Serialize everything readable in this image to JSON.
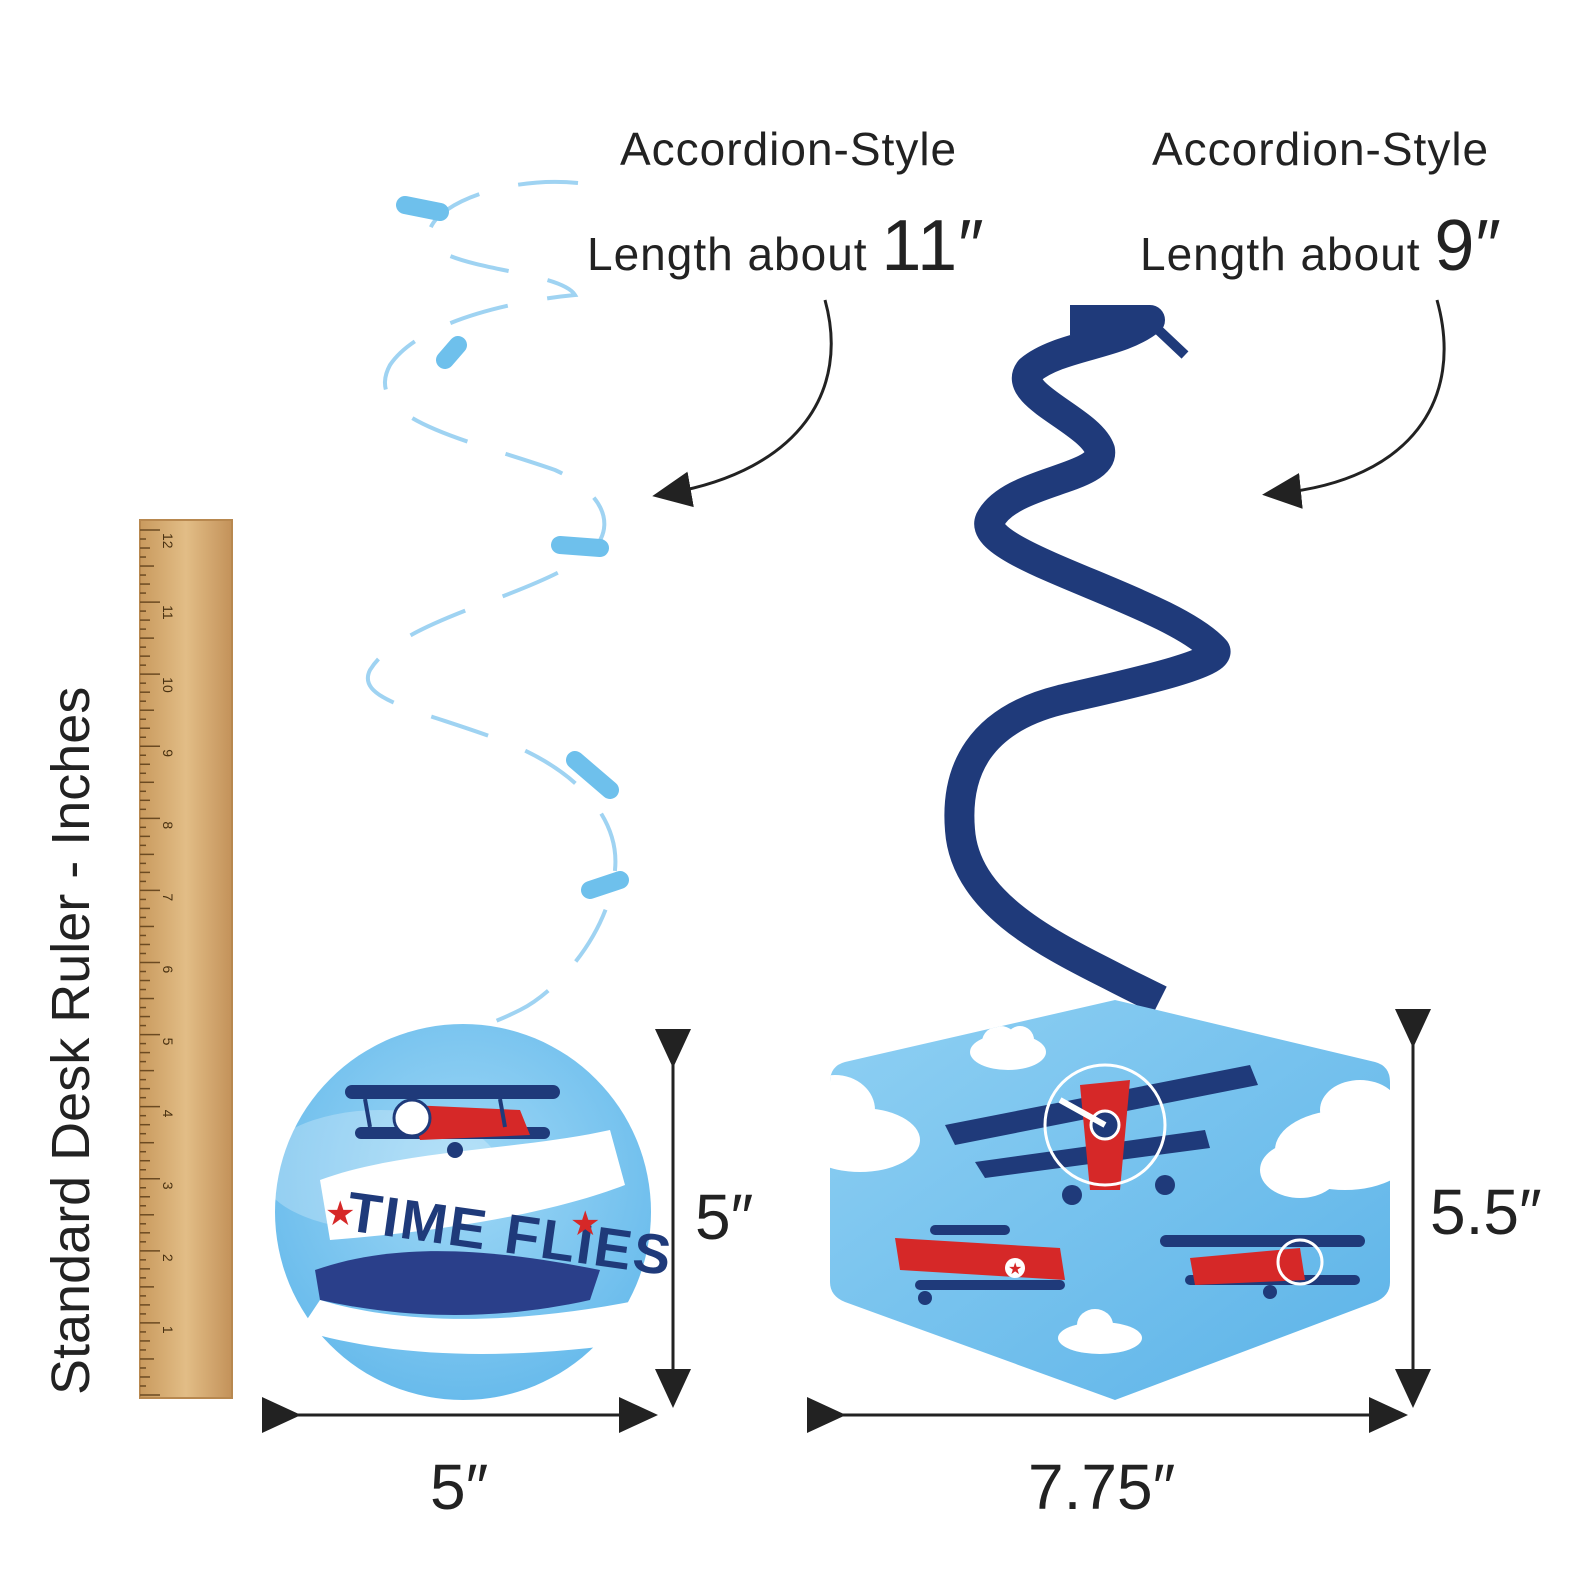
{
  "left_spiral": {
    "style_label": "Accordion-Style",
    "length_prefix": "Length about",
    "length_value": "11″"
  },
  "right_spiral": {
    "style_label": "Accordion-Style",
    "length_prefix": "Length about",
    "length_value": "9″"
  },
  "ruler": {
    "caption": "Standard Desk Ruler - Inches",
    "marks": [
      "1",
      "2",
      "3",
      "4",
      "5",
      "6",
      "7",
      "8",
      "9",
      "10",
      "11",
      "12"
    ]
  },
  "round_cutout": {
    "banner_text": "TIME FLIES",
    "height_label": "5″",
    "width_label": "5″"
  },
  "hex_cutout": {
    "height_label": "5.5″",
    "width_label": "7.75″"
  },
  "colors": {
    "navy": "#1f3a7a",
    "red": "#d62828",
    "sky": "#7ec8f0",
    "wood": "#d8b07a"
  }
}
